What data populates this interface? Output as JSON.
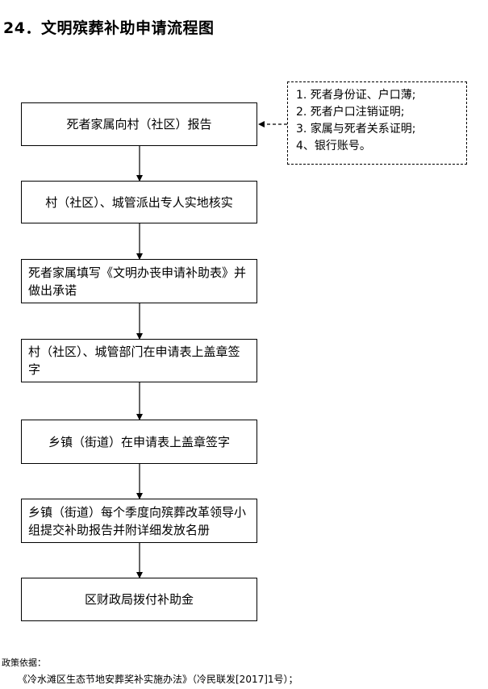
{
  "title": "24．文明殡葬补助申请流程图",
  "steps": [
    "死者家属向村（社区）报告",
    "村（社区）、城管派出专人实地核实",
    "死者家属填写《文明办丧申请补助表》并做出承诺",
    "村（社区）、城管部门在申请表上盖章签字",
    "乡镇（街道）在申请表上盖章签字",
    "乡镇（街道）每个季度向殡葬改革领导小组提交补助报告并附详细发放名册",
    "区财政局拨付补助金"
  ],
  "documents": [
    "1. 死者身份证、户口薄;",
    "2. 死者户口注销证明;",
    "3. 家属与死者关系证明;",
    "4、银行账号。"
  ],
  "policy": {
    "label": "政策依据：",
    "text": "《冷水滩区生态节地安葬奖补实施办法》（冷民联发[2017]1号）；"
  }
}
